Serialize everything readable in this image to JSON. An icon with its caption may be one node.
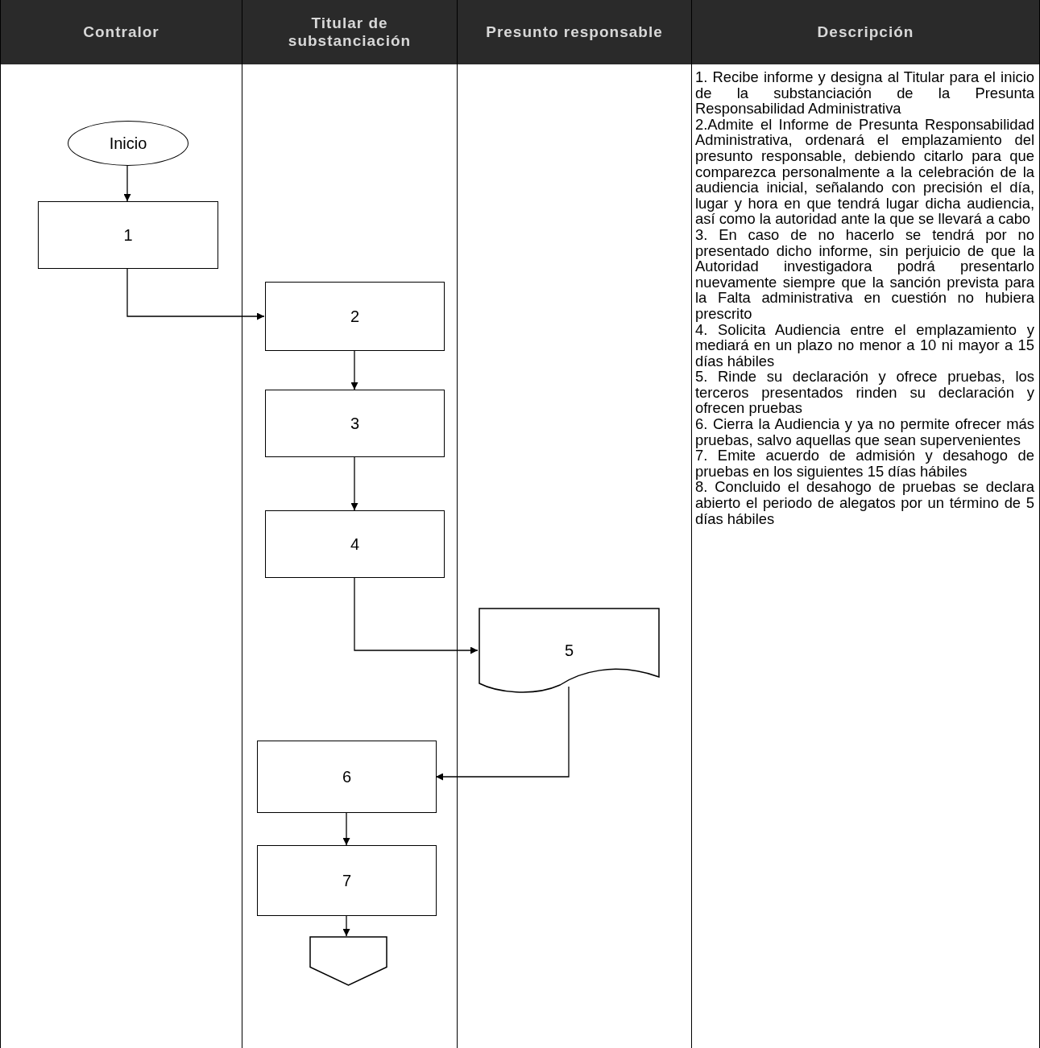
{
  "diagram": {
    "nodes": [
      {
        "text": [
          "Contralor"
        ]
      },
      {
        "text": [
          "Titular de substanciación"
        ]
      },
      {
        "text": [
          "Presunto responsable"
        ]
      },
      {
        "text": [
          "Descripción",
          "1. Recibe informe y designa al Titular para el inicio de la substanciación de la Presunta Responsabilidad Administrativa",
          "2.Admite el Informe de Presunta Responsabilidad Administrativa, ordenará el emplazamiento del presunto responsable, debiendo citarlo para que comparezca personalmente a la celebración de la audiencia inicial, señalando con precisión el día, lugar y hora en que tendrá lugar dicha audiencia, así como la autoridad ante la que se llevará a cabo",
          "3. En caso de no hacerlo se tendrá por no presentado dicho informe, sin perjuicio de que la Autoridad investigadora podrá presentarlo nuevamente siempre que la sanción prevista para la Falta administrativa en cuestión no hubiera prescrito",
          "4. Solicita Audiencia entre el emplazamiento y mediará en un plazo no menor a 10 ni mayor a 15 días hábiles",
          "5. Rinde su declaración y ofrece pruebas, los terceros presentados rinden su declaración y ofrecen pruebas",
          "6. Cierra la Audiencia y ya no permite ofrecer más pruebas, salvo aquellas que sean supervenientes",
          "7. Emite acuerdo de admisión y desahogo de pruebas en los siguientes 15 días hábiles",
          "8. Concluido el desahogo de pruebas se declara abierto el periodo de alegatos por un término de 5 días hábiles"
        ]
      },
      {
        "text": [
          "Inicio"
        ],
        "in": 0
      },
      {
        "text": [
          "1"
        ],
        "in": 0
      },
      {
        "text": [
          "2"
        ],
        "in": 1
      },
      {
        "text": [
          "3"
        ],
        "in": 1
      },
      {
        "text": [
          "4"
        ],
        "in": 1
      },
      {
        "text": [
          "5"
        ],
        "in": 2
      },
      {
        "text": [
          "6"
        ],
        "in": 1
      },
      {
        "text": [
          "7"
        ],
        "in": 1
      },
      {
        "text": [],
        "shape": "pentagon",
        "in": 1
      }
    ],
    "edges": [
      {
        "from": 4,
        "to": 5,
        "arrow": "to"
      },
      {
        "from": 5,
        "to": 6,
        "arrow": "to"
      },
      {
        "from": 6,
        "to": 7,
        "arrow": "to"
      },
      {
        "from": 7,
        "to": 8,
        "arrow": "to"
      },
      {
        "from": 8,
        "to": 9,
        "arrow": "to"
      },
      {
        "from": 9,
        "to": 10,
        "arrow": "to"
      },
      {
        "from": 10,
        "to": 11,
        "arrow": "to"
      },
      {
        "from": 11,
        "to": 12,
        "arrow": "to"
      }
    ]
  }
}
